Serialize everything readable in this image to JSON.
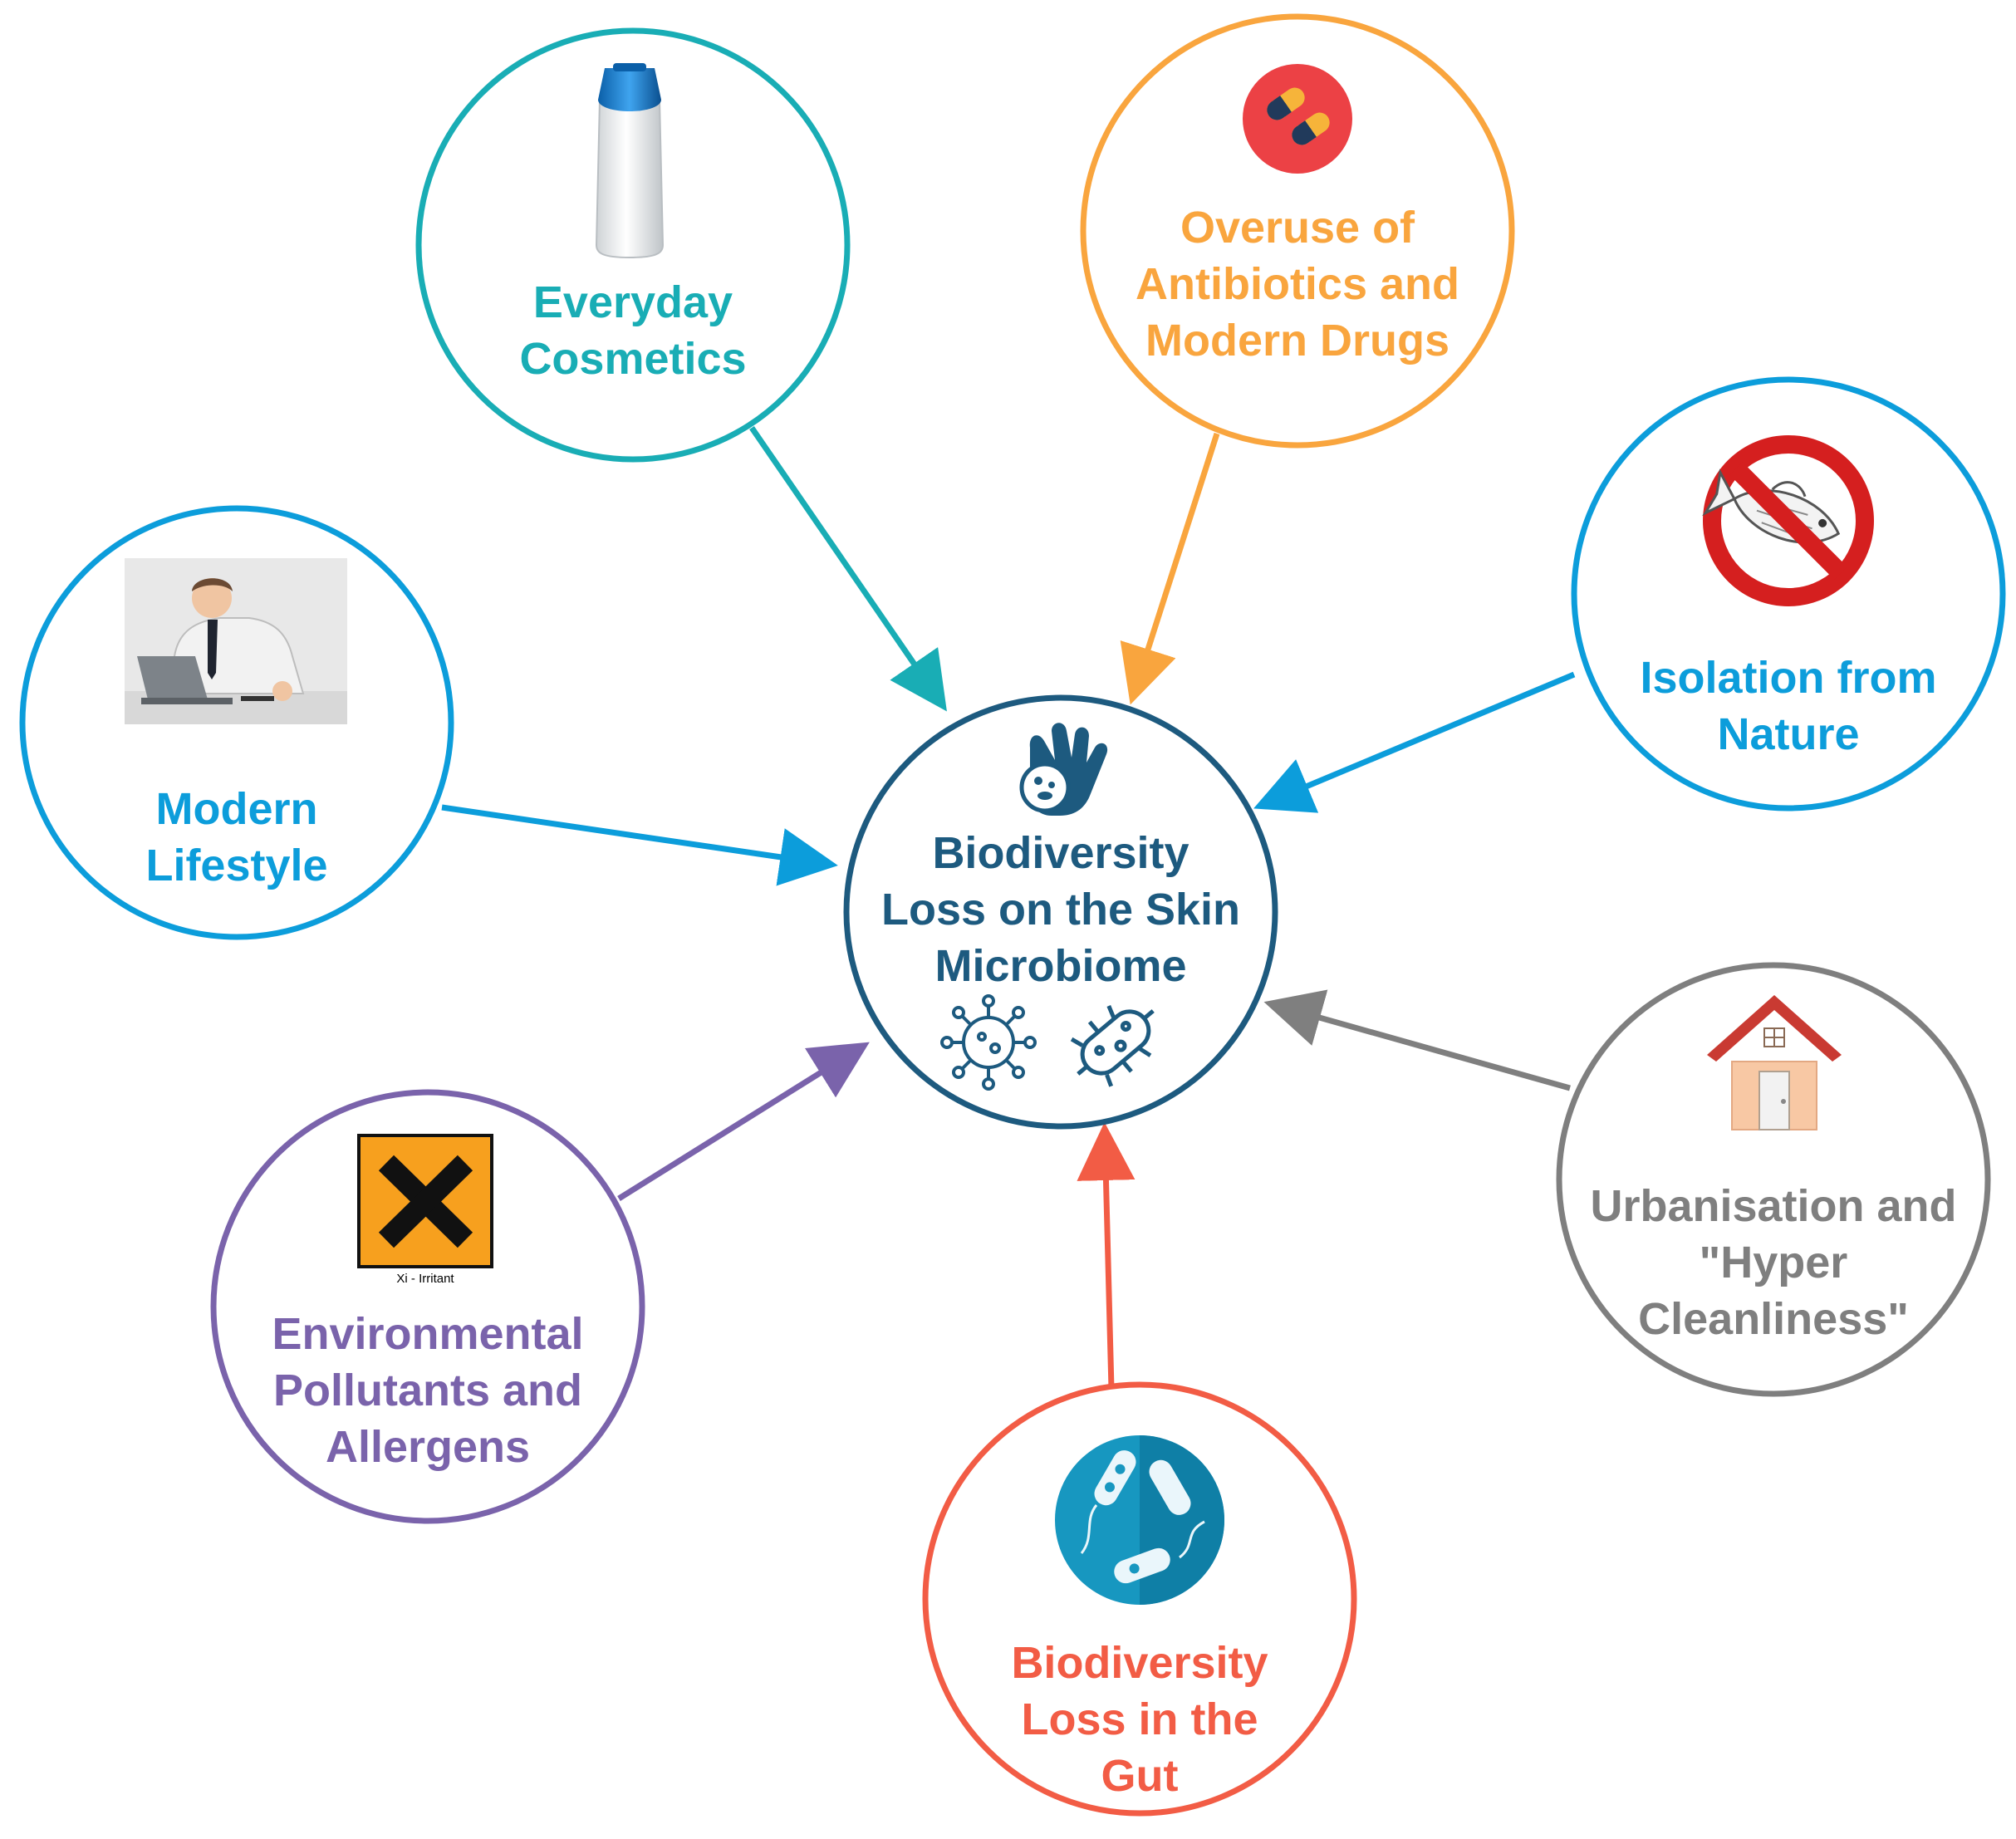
{
  "colors": {
    "cosmetics": "#19adb5",
    "antibiotics": "#f9a53e",
    "nature": "#0c9ddb",
    "lifestyle": "#0c9ddb",
    "center": "#1d5a7f",
    "pollutants": "#7a63ab",
    "urbanisation": "#7f7f7f",
    "gut": "#f25c45"
  },
  "center": {
    "lines": [
      "Biodiversity",
      "Loss on the Skin",
      "Microbiome"
    ],
    "icons": [
      "hand-bacteria-icon",
      "virus-icon",
      "bacterium-icon"
    ]
  },
  "factors": {
    "cosmetics": {
      "lines": [
        "Everyday",
        "Cosmetics"
      ],
      "icon": "bottle-icon"
    },
    "antibiotics": {
      "lines": [
        "Overuse of",
        "Antibiotics and",
        "Modern Drugs"
      ],
      "icon": "pills-icon"
    },
    "nature": {
      "lines": [
        "Isolation from",
        "Nature"
      ],
      "icon": "no-fish-icon"
    },
    "lifestyle": {
      "lines": [
        "Modern",
        "Lifestyle"
      ],
      "icon": "office-worker-icon"
    },
    "pollutants": {
      "lines": [
        "Environmental",
        "Pollutants and",
        "Allergens"
      ],
      "icon": "irritant-icon",
      "icon_caption": "Xi - Irritant"
    },
    "urbanisation": {
      "lines": [
        "Urbanisation and",
        "\"Hyper",
        "Cleanliness\""
      ],
      "icon": "house-icon"
    },
    "gut": {
      "lines": [
        "Biodiversity",
        "Loss in the",
        "Gut"
      ],
      "icon": "gut-bacteria-icon"
    }
  }
}
